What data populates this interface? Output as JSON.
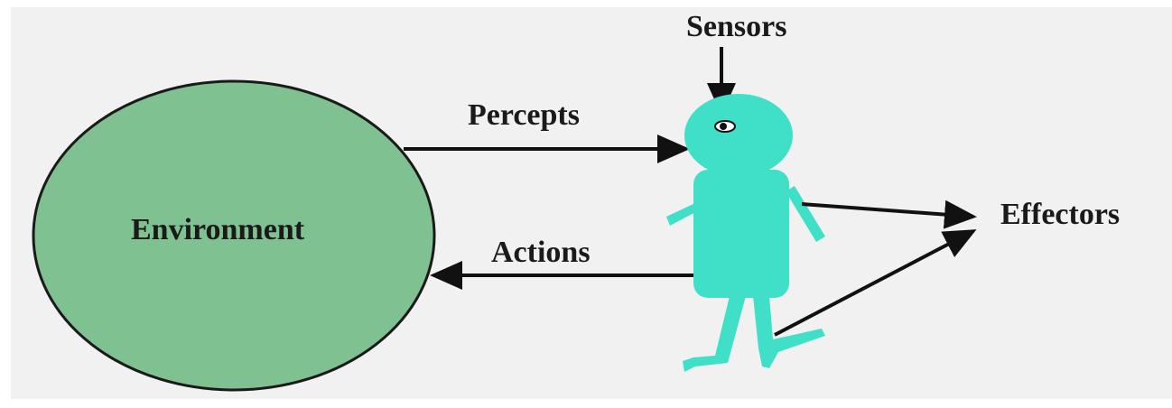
{
  "diagram": {
    "environment_label": "Environment",
    "percepts_label": "Percepts",
    "actions_label": "Actions",
    "sensors_label": "Sensors",
    "effectors_label": "Effectors"
  },
  "colors": {
    "background": "#f1f1f1",
    "environment_fill": "#7fc190",
    "environment_stroke": "#1a1a1a",
    "agent_fill": "#40e0c8",
    "arrow": "#111111"
  }
}
